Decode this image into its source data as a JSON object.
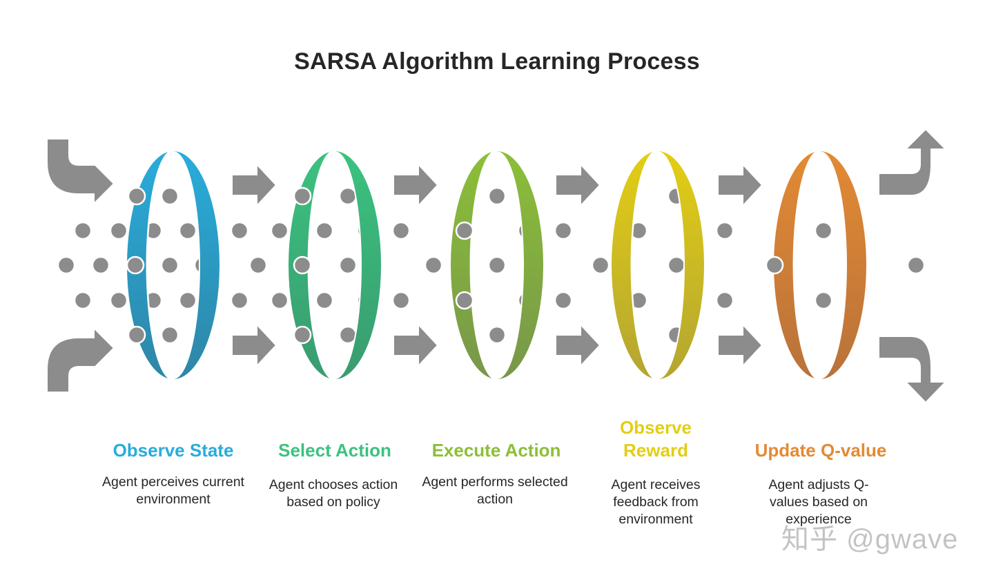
{
  "title": "SARSA Algorithm Learning Process",
  "stages": [
    {
      "title": "Observe State",
      "description": "Agent perceives current environment",
      "color": "#29ACDB",
      "color_dark": "#2E86A6"
    },
    {
      "title": "Select Action",
      "description": "Agent chooses action based on policy",
      "color": "#3BC27F",
      "color_dark": "#3A9B70"
    },
    {
      "title": "Execute Action",
      "description": "Agent performs selected action",
      "color": "#8CBF38",
      "color_dark": "#77974A"
    },
    {
      "title": "Observe Reward",
      "description": "Agent receives feedback from environment",
      "color": "#E3CE14",
      "color_dark": "#B3A532"
    },
    {
      "title": "Update Q-value",
      "description": "Agent adjusts Q-values based on experience",
      "color": "#E38A34",
      "color_dark": "#B8723A"
    }
  ],
  "colors": {
    "arrow": "#8C8C8C",
    "dot": "#8C8C8C",
    "title_text": "#262626"
  },
  "watermark": "知乎 @gwave"
}
